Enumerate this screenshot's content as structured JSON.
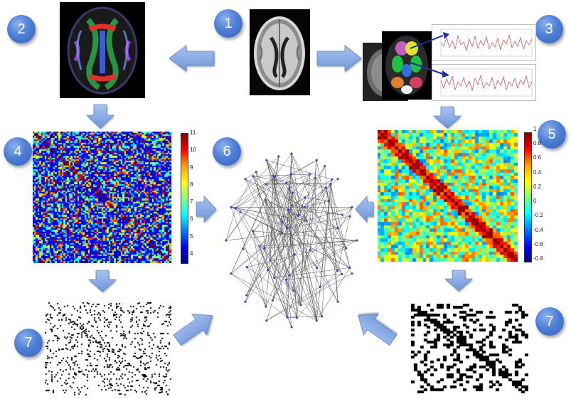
{
  "steps": [
    {
      "label": "1"
    },
    {
      "label": "2"
    },
    {
      "label": "3"
    },
    {
      "label": "4"
    },
    {
      "label": "5"
    },
    {
      "label": "6"
    },
    {
      "label": "7"
    },
    {
      "label": "7"
    }
  ],
  "colorbar_left": {
    "ticks": [
      "11",
      "10",
      "9",
      "8",
      "7",
      "6",
      "5",
      "4"
    ]
  },
  "colorbar_right": {
    "ticks": [
      "1",
      "0.8",
      "0.6",
      "0.4",
      "0.2",
      "0",
      "-0.2",
      "-0.4",
      "-0.6",
      "-0.8"
    ]
  },
  "colors": {
    "badge": "#4f7fd6",
    "arrow": "#7fa3e0"
  }
}
